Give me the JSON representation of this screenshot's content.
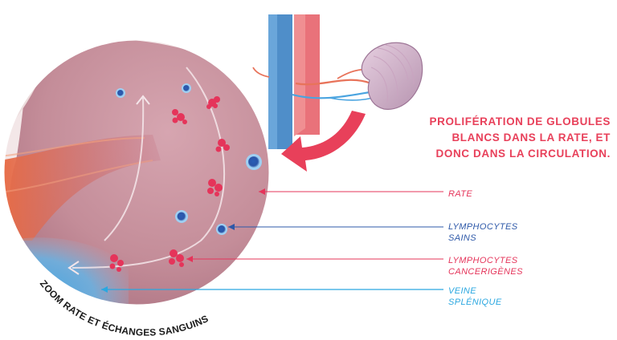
{
  "headline": {
    "lines": [
      "PROLIFÉRATION DE GLOBULES",
      "BLANCS DANS LA RATE, ET",
      "DONC DANS LA CIRCULATION."
    ]
  },
  "labels": {
    "rate": "RATE",
    "lymphocytes_sains": [
      "LYMPHOCYTES",
      "SAINS"
    ],
    "lymphocytes_cancerigenes": [
      "LYMPHOCYTES",
      "CANCERIGÈNES"
    ],
    "veine_splenique": [
      "VEINE",
      "SPLÉNIQUE"
    ]
  },
  "zoom_caption": "ZOOM RATE ET ÉCHANGES SANGUINS",
  "colors": {
    "accent_red": "#e8405a",
    "healthy_blue": "#2d58a8",
    "vein_cyan": "#2aa7e0",
    "spleen_tissue": "#c7919c",
    "artery": "#e8735a",
    "vein": "#4aa4e0"
  }
}
